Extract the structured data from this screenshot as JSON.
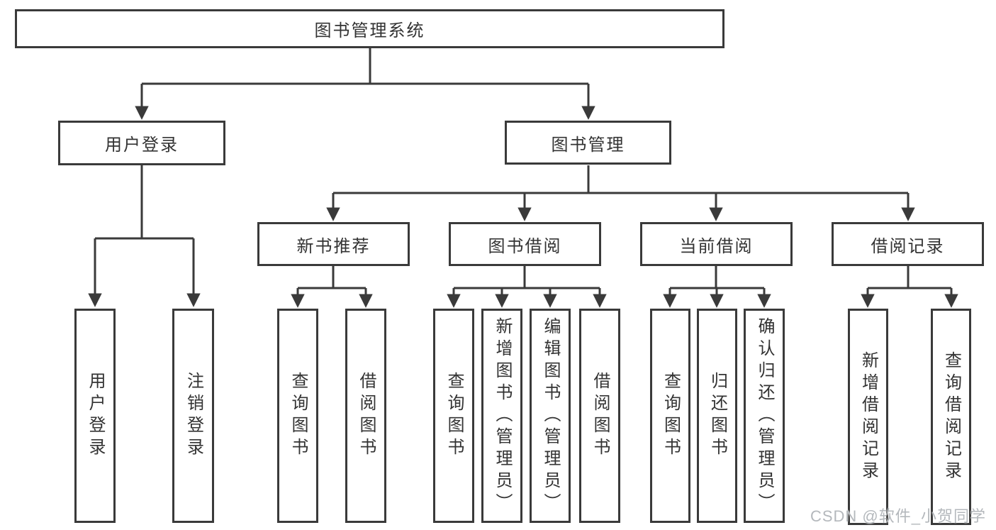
{
  "diagram": {
    "root": {
      "label": "图书管理系统"
    },
    "branches": [
      {
        "label": "用户登录",
        "children": [
          {
            "label": "用户登录"
          },
          {
            "label": "注销登录"
          }
        ]
      },
      {
        "label": "图书管理",
        "children": [
          {
            "label": "新书推荐",
            "children": [
              {
                "label": "查询图书"
              },
              {
                "label": "借阅图书"
              }
            ]
          },
          {
            "label": "图书借阅",
            "children": [
              {
                "label": "查询图书"
              },
              {
                "label": "新增图书（管理员）"
              },
              {
                "label": "编辑图书（管理员）"
              },
              {
                "label": "借阅图书"
              }
            ]
          },
          {
            "label": "当前借阅",
            "children": [
              {
                "label": "查询图书"
              },
              {
                "label": "归还图书"
              },
              {
                "label": "确认归还（管理员）"
              }
            ]
          },
          {
            "label": "借阅记录",
            "children": [
              {
                "label": "新增借阅记录"
              },
              {
                "label": "查询借阅记录"
              }
            ]
          }
        ]
      }
    ]
  },
  "watermark": {
    "text": "CSDN @软件_小贺同学"
  },
  "colors": {
    "line": "#3a3a3a",
    "text": "#333333",
    "background": "#ffffff",
    "watermark": "#b4b8bc"
  }
}
